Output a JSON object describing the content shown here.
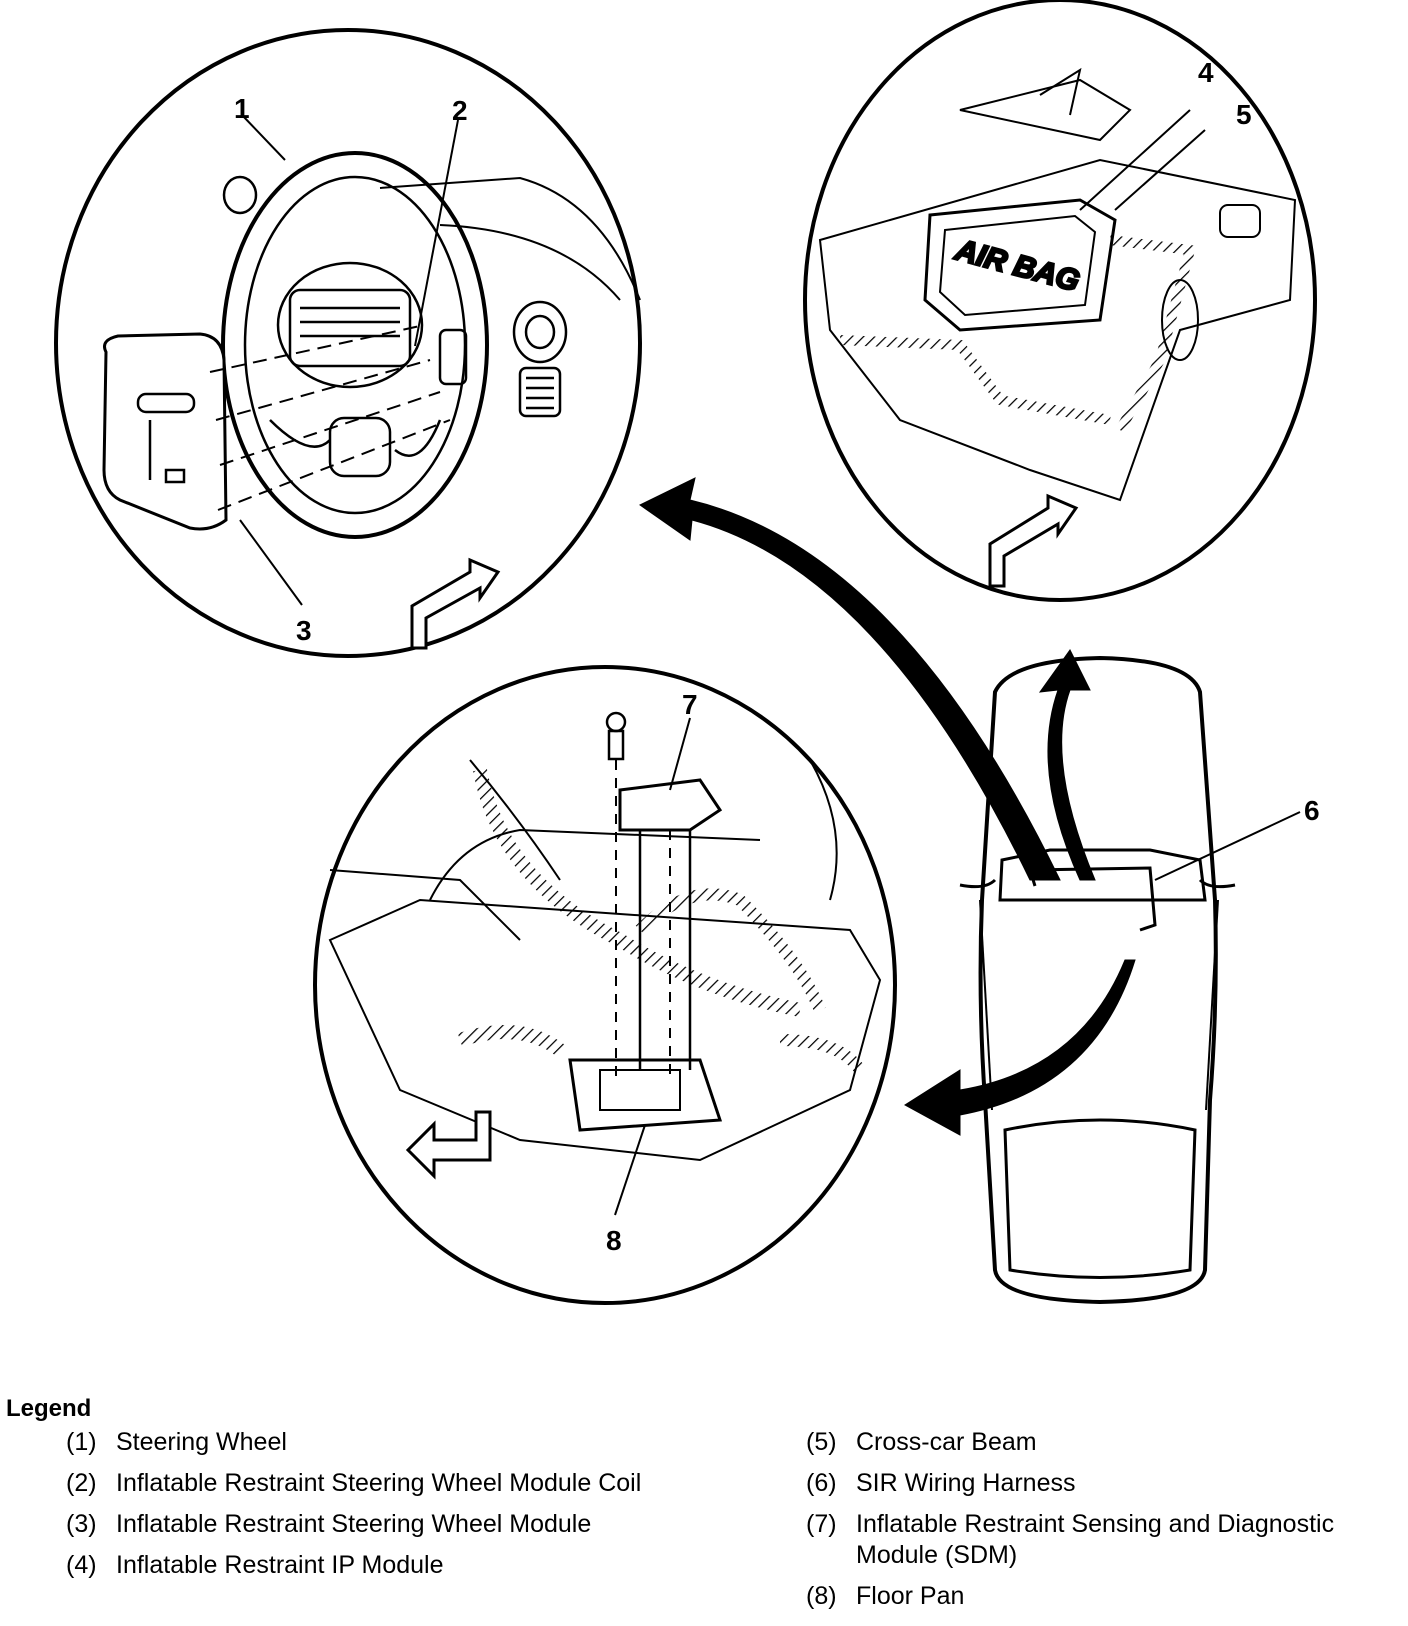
{
  "callouts": {
    "c1": "1",
    "c2": "2",
    "c3": "3",
    "c4": "4",
    "c5": "5",
    "c6": "6",
    "c7": "7",
    "c8": "8"
  },
  "airbag_text": "AIR BAG",
  "legend": {
    "title": "Legend",
    "left": [
      {
        "num": "(1)",
        "text": "Steering Wheel"
      },
      {
        "num": "(2)",
        "text": "Inflatable Restraint Steering Wheel Module Coil"
      },
      {
        "num": "(3)",
        "text": "Inflatable Restraint Steering Wheel Module"
      },
      {
        "num": "(4)",
        "text": "Inflatable Restraint IP Module"
      }
    ],
    "right": [
      {
        "num": "(5)",
        "text": "Cross-car Beam"
      },
      {
        "num": "(6)",
        "text": "SIR Wiring Harness"
      },
      {
        "num": "(7)",
        "text": "Inflatable Restraint Sensing and Diagnostic Module (SDM)"
      },
      {
        "num": "(8)",
        "text": "Floor Pan"
      }
    ]
  }
}
